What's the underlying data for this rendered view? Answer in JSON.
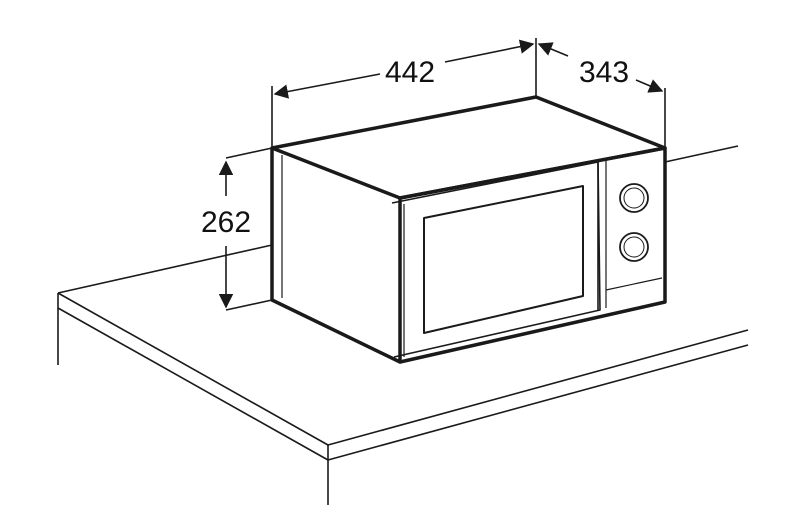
{
  "dimensions": {
    "width": "442",
    "depth": "343",
    "height": "262"
  },
  "colors": {
    "line": "#1a1a1a",
    "background": "#ffffff"
  }
}
